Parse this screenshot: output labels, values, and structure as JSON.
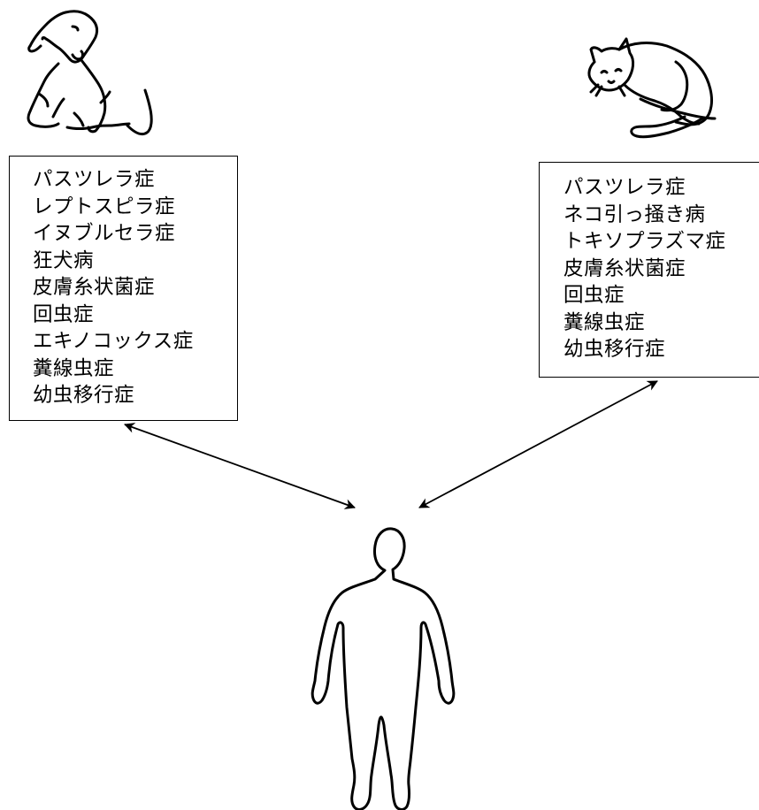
{
  "diagram": {
    "dog": {
      "icon": "dog-icon",
      "diseases": [
        "パスツレラ症",
        "レプトスピラ症",
        "イヌブルセラ症",
        "狂犬病",
        "皮膚糸状菌症",
        "回虫症",
        "エキノコックス症",
        "糞線虫症",
        "幼虫移行症"
      ]
    },
    "cat": {
      "icon": "cat-icon",
      "diseases": [
        "パスツレラ症",
        "ネコ引っ掻き病",
        "トキソプラズマ症",
        "皮膚糸状菌症",
        "回虫症",
        "糞線虫症",
        "幼虫移行症"
      ]
    },
    "human": {
      "icon": "human-figure-icon"
    },
    "arrows": [
      {
        "from": "dog",
        "to": "human",
        "direction": "bidirectional"
      },
      {
        "from": "cat",
        "to": "human",
        "direction": "bidirectional"
      }
    ],
    "colors": {
      "line": "#000000",
      "background": "#ffffff"
    }
  }
}
